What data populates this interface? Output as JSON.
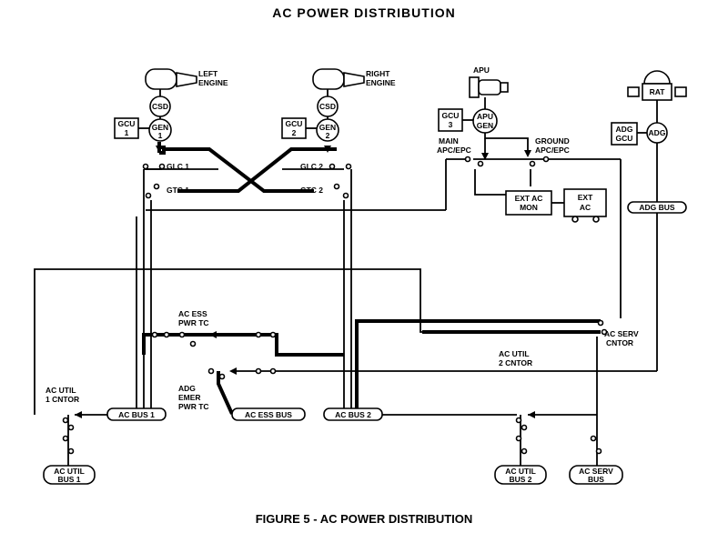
{
  "title": "AC POWER DISTRIBUTION",
  "caption": "FIGURE 5 - AC POWER DISTRIBUTION",
  "labels": {
    "left_engine": [
      "LEFT",
      "ENGINE"
    ],
    "right_engine": [
      "RIGHT",
      "ENGINE"
    ],
    "apu": "APU",
    "rat": "RAT",
    "csd": "CSD",
    "gen1": [
      "GEN",
      "1"
    ],
    "gen2": [
      "GEN",
      "2"
    ],
    "apu_gen": [
      "APU",
      "GEN"
    ],
    "adg": "ADG",
    "gcu1": [
      "GCU",
      "1"
    ],
    "gcu2": [
      "GCU",
      "2"
    ],
    "gcu3": [
      "GCU",
      "3"
    ],
    "adg_gcu": [
      "ADG",
      "GCU"
    ],
    "glc1": "GLC 1",
    "glc2": "GLC 2",
    "gtc1": "GTC 1",
    "gtc2": "GTC 2",
    "main_apc": [
      "MAIN",
      "APC/EPC"
    ],
    "ground_apc": [
      "GROUND",
      "APC/EPC"
    ],
    "ext_ac_mon": [
      "EXT AC",
      "MON"
    ],
    "ext_ac": [
      "EXT",
      "AC"
    ],
    "adg_bus": "ADG BUS",
    "ac_ess_pwr_tc": [
      "AC ESS",
      "PWR TC"
    ],
    "adg_emer_pwr_tc": [
      "ADG",
      "EMER",
      "PWR TC"
    ],
    "ac_util1_cntor": [
      "AC UTIL",
      "1 CNTOR"
    ],
    "ac_util2_cntor": [
      "AC UTIL",
      "2 CNTOR"
    ],
    "ac_serv_cntor": [
      "AC SERV",
      "CNTOR"
    ],
    "ac_bus1": "AC BUS 1",
    "ac_bus2": "AC BUS 2",
    "ac_ess_bus": "AC ESS BUS",
    "ac_util_bus1": [
      "AC UTIL",
      "BUS 1"
    ],
    "ac_util_bus2": [
      "AC UTIL",
      "BUS 2"
    ],
    "ac_serv_bus": [
      "AC SERV",
      "BUS"
    ]
  }
}
